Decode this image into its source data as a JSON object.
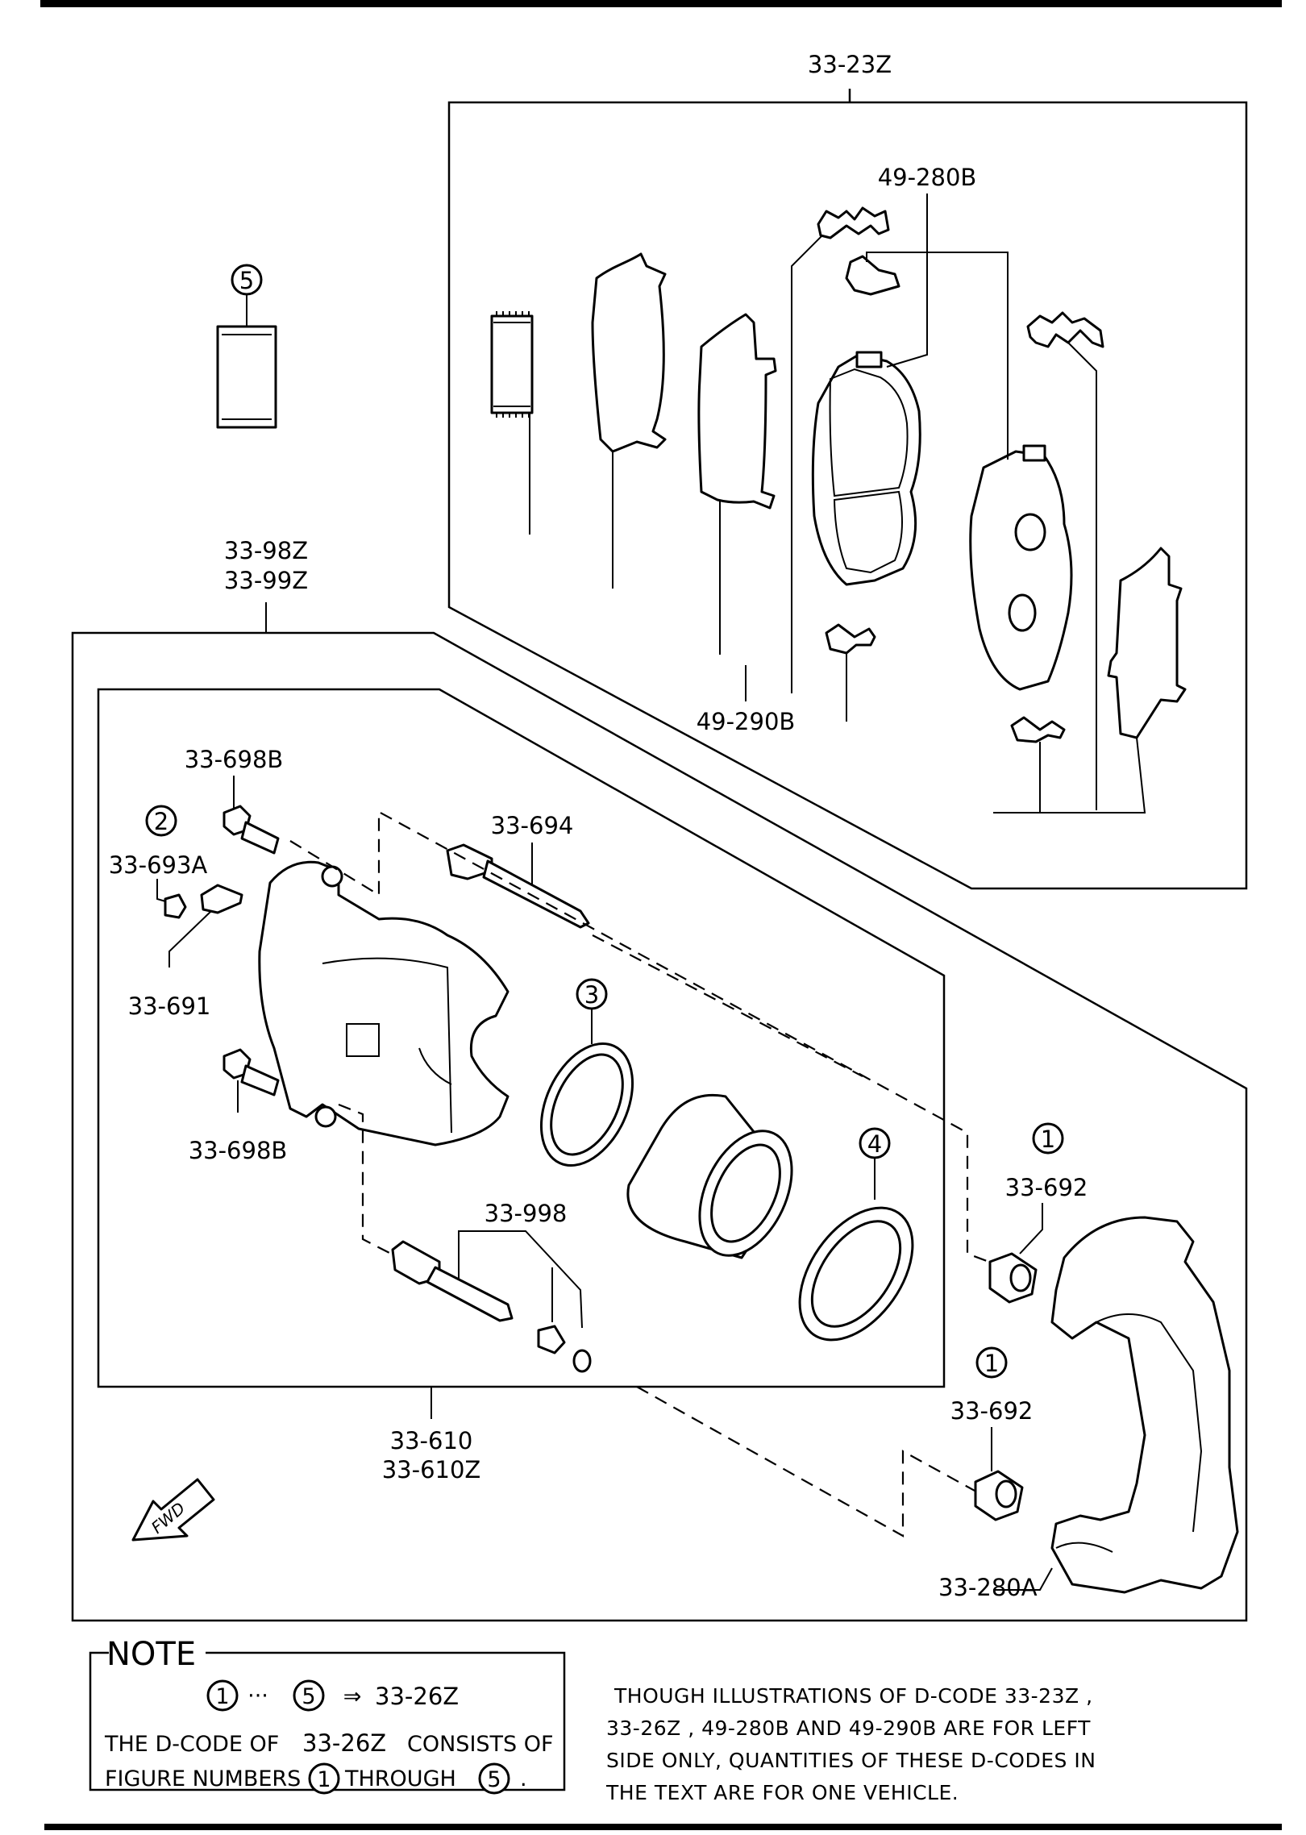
{
  "labels": {
    "pad_kit": "33-23Z",
    "shim_kit": "49-280B",
    "shim_kit_2": "49-290B",
    "caliper": "33-98Z",
    "caliper_2": "33-99Z",
    "bolt_top": "33-698B",
    "bolt_bottom": "33-698B",
    "cap": "33-693A",
    "bleeder": "33-691",
    "guide_pin": "33-694",
    "pin_kit": "33-998",
    "boot_upper": "33-692",
    "boot_lower": "33-692",
    "caliper_assy": "33-610",
    "caliper_assy_2": "33-610Z",
    "mounting_support": "33-280A",
    "fwd": "FWD"
  },
  "figure_numbers": {
    "n1_upper": "1",
    "n1_lower": "1",
    "n2": "2",
    "n3": "3",
    "n4": "4",
    "n5": "5"
  },
  "note": {
    "title": "NOTE",
    "line1_from": "1",
    "line1_dots": "···",
    "line1_to": "5",
    "line1_arrow": "⇒",
    "line1_code": "33-26Z",
    "line2_a": "THE D-CODE OF",
    "line2_code": "33-26Z",
    "line2_b": "CONSISTS OF",
    "line3_a": "FIGURE NUMBERS",
    "line3_n1": "1",
    "line3_b": "THROUGH",
    "line3_n5": "5",
    "line3_end": "."
  },
  "disclaimer": {
    "line1": "THOUGH ILLUSTRATIONS OF D-CODE 33-23Z ,",
    "line2": "33-26Z , 49-280B AND 49-290B ARE FOR LEFT",
    "line3": "SIDE ONLY, QUANTITIES OF THESE D-CODES IN",
    "line4": "THE TEXT ARE FOR ONE VEHICLE."
  }
}
